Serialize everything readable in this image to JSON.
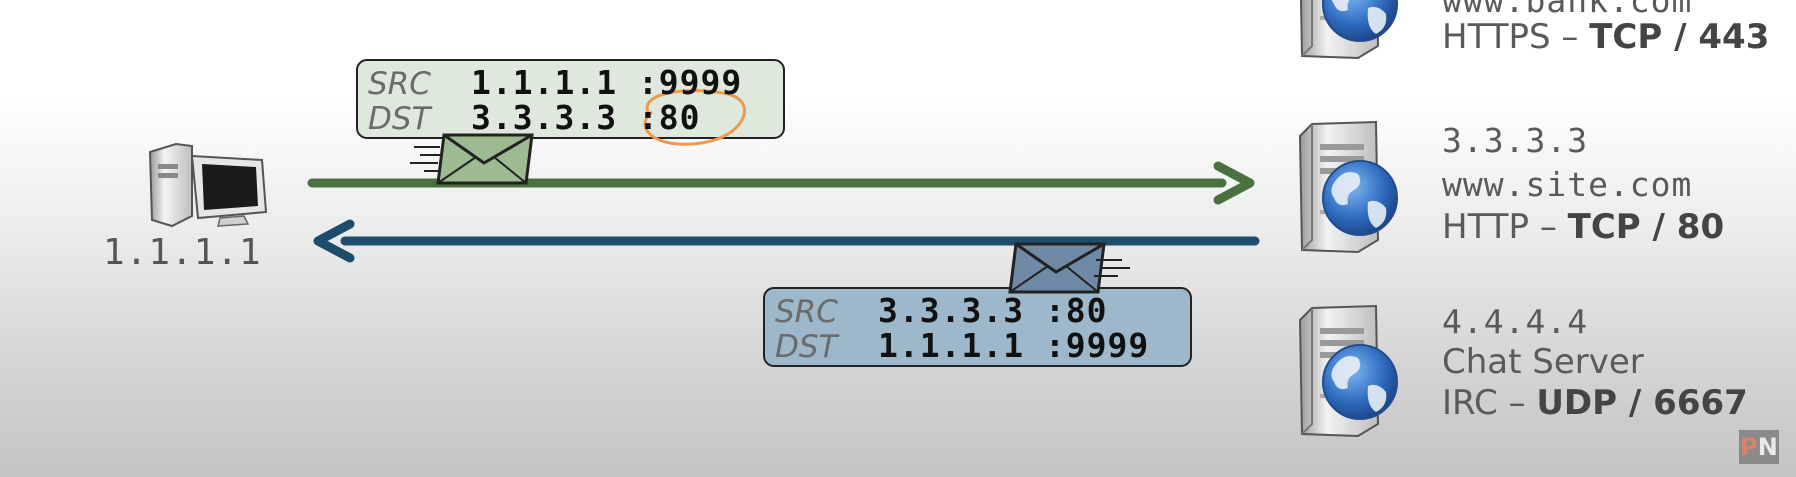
{
  "client": {
    "ip": "1.1.1.1"
  },
  "servers": [
    {
      "line1": "www.bank.com",
      "line2_prefix": "HTTPS – ",
      "line2_strong": "TCP / 443"
    },
    {
      "line0": "3.3.3.3",
      "line1": "www.site.com",
      "line2_prefix": "HTTP – ",
      "line2_strong": "TCP / 80"
    },
    {
      "line0": "4.4.4.4",
      "line1": "Chat Server",
      "line2_prefix": "IRC – ",
      "line2_strong": "UDP / 6667"
    }
  ],
  "request_packet": {
    "src_label": "SRC",
    "src_value": "1.1.1.1 :9999",
    "dst_label": "DST",
    "dst_value": "3.3.3.3 :80"
  },
  "response_packet": {
    "src_label": "SRC",
    "src_value": "3.3.3.3 :80",
    "dst_label": "DST",
    "dst_value": "1.1.1.1 :9999"
  },
  "colors": {
    "request_arrow": "#4a7140",
    "response_arrow": "#1d4d6c",
    "request_box": "#dfe8dd",
    "response_box": "#9db7cb",
    "highlight_circle": "#ef9a4a"
  }
}
